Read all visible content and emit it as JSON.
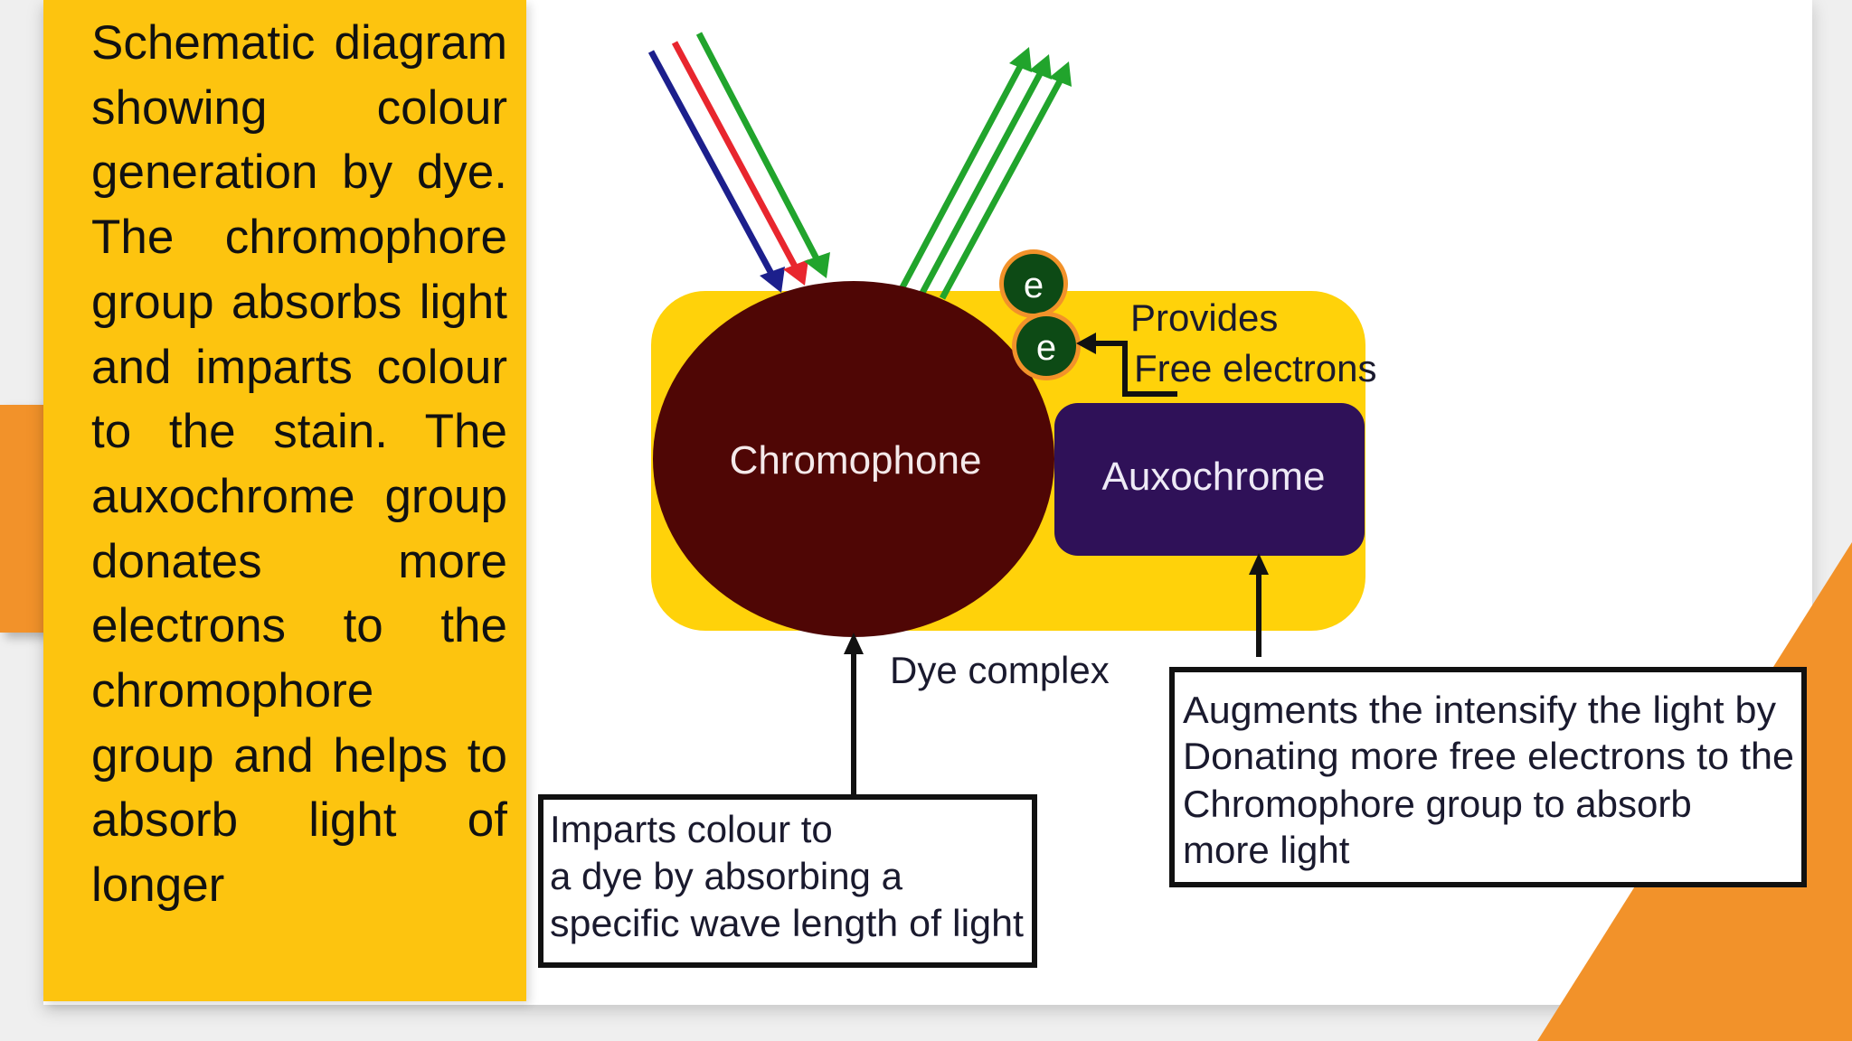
{
  "description": "Schematic diagram showing colour generation by dye. The chromophore group absorbs light and imparts colour to the stain. The auxochrome group donates more electrons to the chromophore group and helps to absorb light of longer",
  "diagram": {
    "chromophore_label": "Chromophone",
    "auxochrome_label": "Auxochrome",
    "electron_symbol": "e",
    "provides_line1": "Provides",
    "provides_line2": "Free electrons",
    "dye_complex_label": "Dye complex",
    "left_box_lines": [
      "Imparts colour to",
      "a dye by absorbing a",
      "specific wave length of light"
    ],
    "right_box_lines": [
      "Augments the intensify the light by",
      "Donating more free electrons to the",
      "Chromophore group to absorb",
      "more light"
    ]
  },
  "colors": {
    "panel_yellow": "#fdc40f",
    "accent_orange": "#f2922a",
    "dye_complex_fill": "#ffd20a",
    "chromophore_fill": "#4f0605",
    "auxochrome_fill": "#2f1158",
    "electron_fill": "#0d4a15",
    "ray_blue": "#1c1f8c",
    "ray_red": "#e8262e",
    "ray_green": "#21a42c"
  }
}
